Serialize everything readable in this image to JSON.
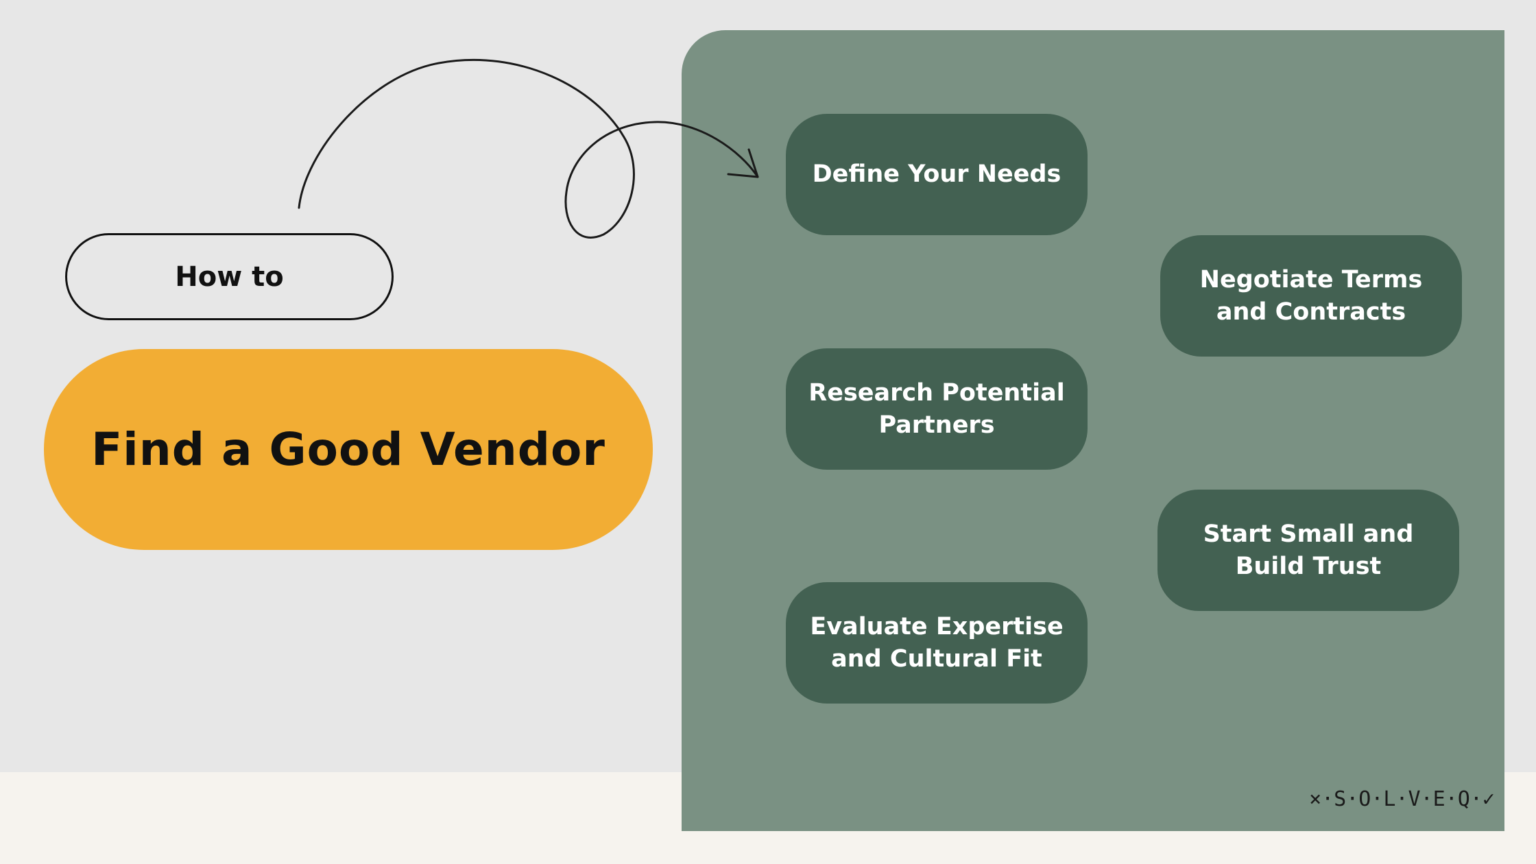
{
  "header": {
    "kicker": "How to",
    "title": "Find a Good Vendor"
  },
  "steps": [
    {
      "label": "Define Your Needs"
    },
    {
      "label": "Research Potential Partners"
    },
    {
      "label": "Evaluate Expertise and Cultural Fit"
    },
    {
      "label": "Negotiate Terms and Contracts"
    },
    {
      "label": "Start Small and Build Trust"
    }
  ],
  "brand": {
    "logo_text": "×·S·O·L·V·E·Q·✓"
  },
  "colors": {
    "background": "#e7e7e7",
    "bottom_band": "#f6f3ee",
    "panel": "#7a9183",
    "step_box": "#436152",
    "title_pill": "#f2ad34"
  },
  "icons": {
    "connector": "curly-arrow-icon"
  }
}
